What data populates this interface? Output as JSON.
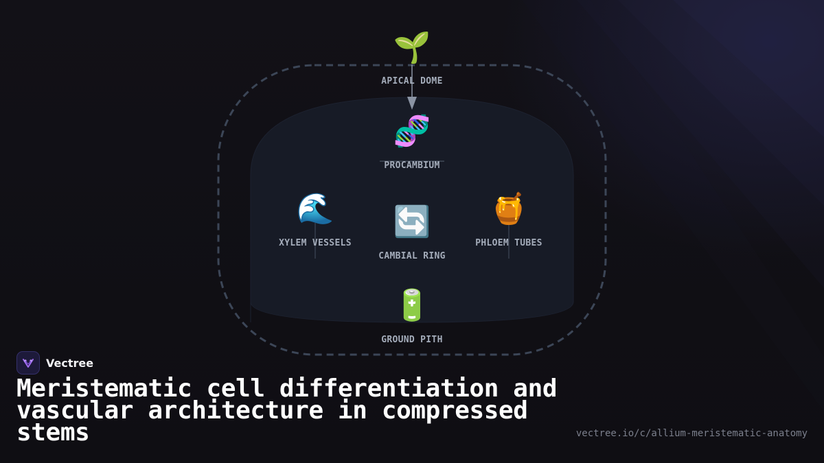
{
  "diagram": {
    "nodes": {
      "apical": {
        "label": "APICAL DOME",
        "icon": "🌱",
        "icon_name": "seedling-icon"
      },
      "procambium": {
        "label": "PROCAMBIUM",
        "icon": "🧬",
        "icon_name": "dna-icon"
      },
      "xylem": {
        "label": "XYLEM VESSELS",
        "icon": "🌊",
        "icon_name": "wave-icon"
      },
      "cambial": {
        "label": "CAMBIAL RING",
        "icon": "🔄",
        "icon_name": "cycle-arrows-icon"
      },
      "phloem": {
        "label": "PHLOEM TUBES",
        "icon": "🍯",
        "icon_name": "honey-pot-icon"
      },
      "pith": {
        "label": "GROUND PITH",
        "icon": "🔋",
        "icon_name": "battery-icon"
      }
    },
    "colors": {
      "outer_dashed_border": "#3c4657",
      "inner_panel": "#171b26",
      "label_text": "#a4acba",
      "connector": "#8a93a3"
    }
  },
  "brand": {
    "name": "Vectree"
  },
  "title": "Meristematic cell differentiation and vascular architecture in compressed stems",
  "url": "vectree.io/c/allium-meristematic-anatomy"
}
